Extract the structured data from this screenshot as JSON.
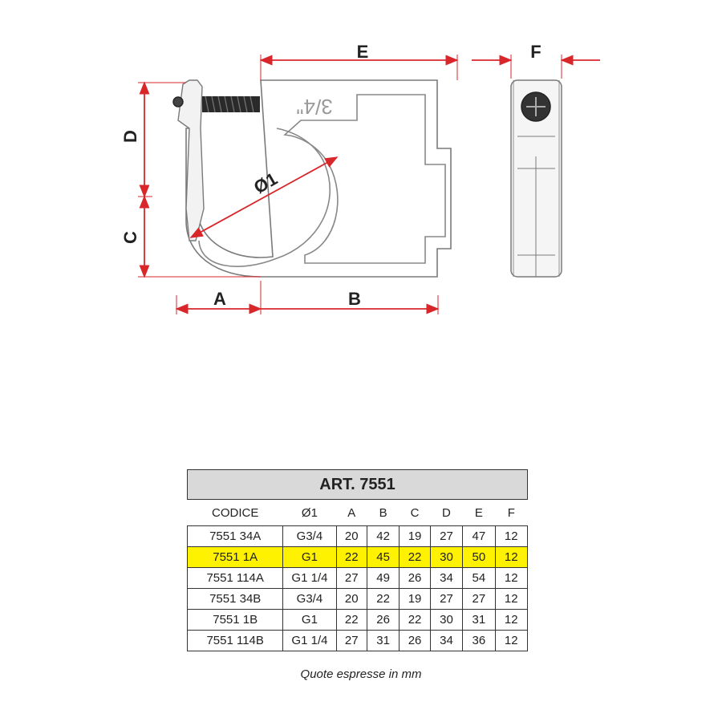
{
  "drawing": {
    "dimension_labels": {
      "A": "A",
      "B": "B",
      "C": "C",
      "D": "D",
      "E": "E",
      "F": "F",
      "diameter": "Ø1"
    },
    "size_stamp": "3/4\"",
    "accent_color": "#d9262b"
  },
  "table": {
    "title": "ART. 7551",
    "headers": [
      "CODICE",
      "Ø1",
      "A",
      "B",
      "C",
      "D",
      "E",
      "F"
    ],
    "highlight_color": "#fff200",
    "rows": [
      {
        "cells": [
          "7551 34A",
          "G3/4",
          "20",
          "42",
          "19",
          "27",
          "47",
          "12"
        ],
        "highlighted": false
      },
      {
        "cells": [
          "7551 1A",
          "G1",
          "22",
          "45",
          "22",
          "30",
          "50",
          "12"
        ],
        "highlighted": true
      },
      {
        "cells": [
          "7551 114A",
          "G1 1/4",
          "27",
          "49",
          "26",
          "34",
          "54",
          "12"
        ],
        "highlighted": false
      },
      {
        "cells": [
          "7551 34B",
          "G3/4",
          "20",
          "22",
          "19",
          "27",
          "27",
          "12"
        ],
        "highlighted": false
      },
      {
        "cells": [
          "7551 1B",
          "G1",
          "22",
          "26",
          "22",
          "30",
          "31",
          "12"
        ],
        "highlighted": false
      },
      {
        "cells": [
          "7551 114B",
          "G1 1/4",
          "27",
          "31",
          "26",
          "34",
          "36",
          "12"
        ],
        "highlighted": false
      }
    ]
  },
  "note": "Quote espresse in mm"
}
